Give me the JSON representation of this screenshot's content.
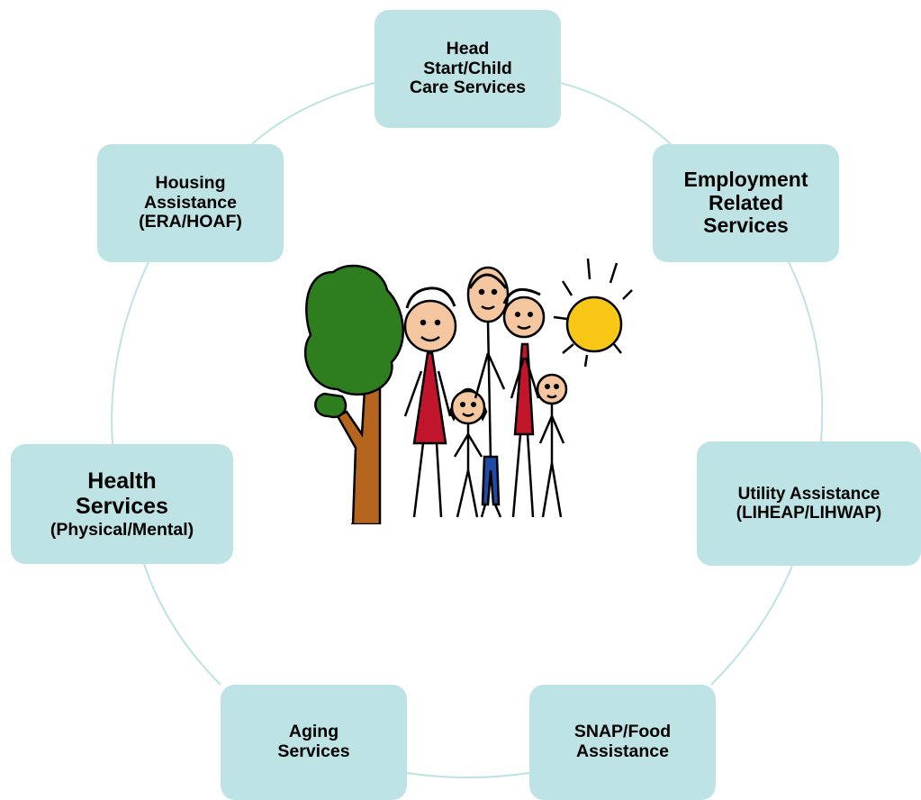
{
  "diagram": {
    "nodes": [
      {
        "id": "headstart",
        "label": "Head\nStart/Child\nCare Services"
      },
      {
        "id": "employment",
        "label": "Employment\nRelated\nServices"
      },
      {
        "id": "utility",
        "label": "Utility Assistance\n(LIHEAP/LIHWAP)"
      },
      {
        "id": "snap",
        "label": "SNAP/Food\nAssistance"
      },
      {
        "id": "aging",
        "label": "Aging\nServices"
      },
      {
        "id": "health",
        "label_main": "Health\nServices",
        "label_sub": "(Physical/Mental)"
      },
      {
        "id": "housing",
        "label": "Housing\nAssistance\n(ERA/HOAF)"
      }
    ],
    "colors": {
      "node_fill": "#bde3e4",
      "ring_stroke": "#bde3e4",
      "tree_foliage": "#2e7d1e",
      "tree_trunk": "#b5651d",
      "sun": "#f9c816",
      "dress": "#c0152b",
      "pants": "#1f4aa8",
      "hair_blonde": "#f0c14b",
      "skin": "#f4c7a1"
    },
    "illustration": "family-with-tree-and-sun"
  }
}
